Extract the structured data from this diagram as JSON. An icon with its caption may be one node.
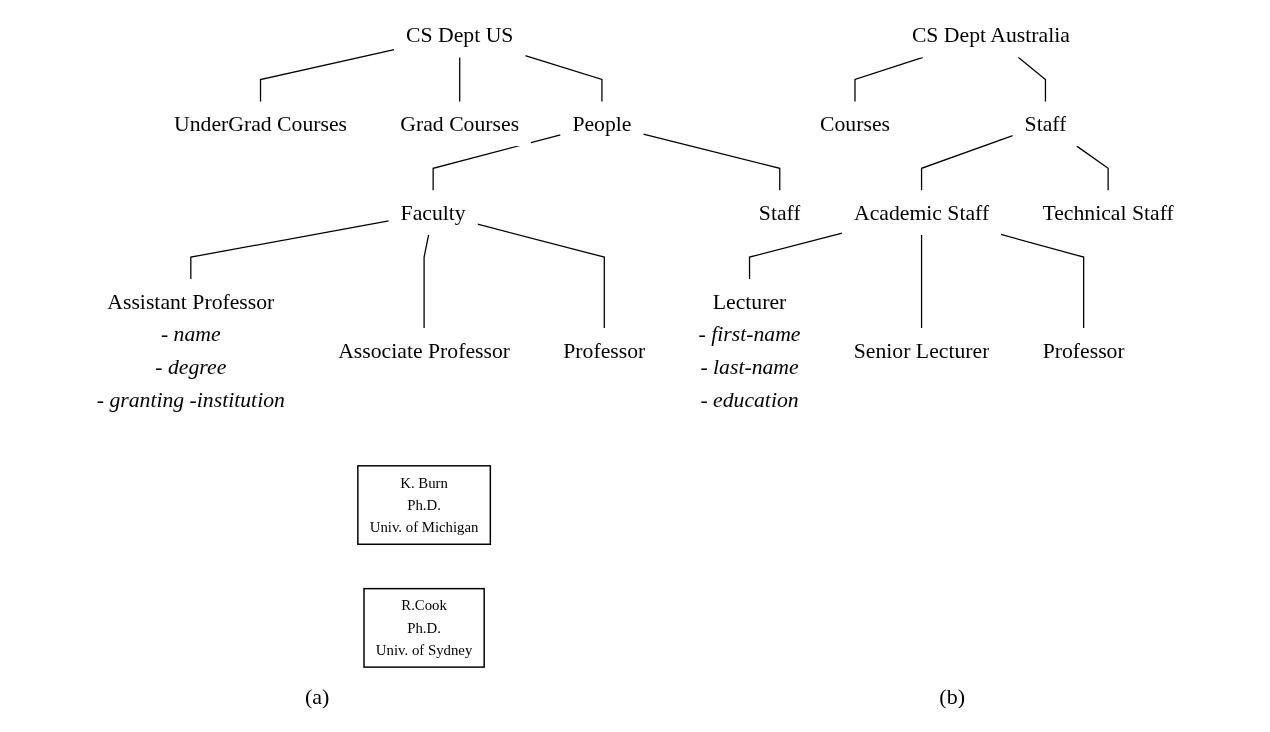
{
  "diagram": {
    "nodes": [
      {
        "text": [
          "CS Dept US"
        ]
      },
      {
        "text": [
          "UnderGrad Courses"
        ]
      },
      {
        "text": [
          "Grad Courses"
        ]
      },
      {
        "text": [
          "People"
        ]
      },
      {
        "text": [
          "Faculty"
        ]
      },
      {
        "text": [
          "Staff"
        ]
      },
      {
        "text": [
          "Assistant Professor",
          "- name",
          "- degree",
          "- granting -institution"
        ]
      },
      {
        "text": [
          "Associate Professor"
        ]
      },
      {
        "text": [
          "Professor"
        ]
      },
      {
        "text": [
          "K. Burn",
          "Ph.D.",
          "Univ. of Michigan"
        ]
      },
      {
        "text": [
          "R.Cook",
          "Ph.D.",
          "Univ. of Sydney"
        ]
      },
      {
        "text": [
          "CS Dept Australia"
        ]
      },
      {
        "text": [
          "Courses"
        ]
      },
      {
        "text": [
          "Staff"
        ]
      },
      {
        "text": [
          "Academic Staff"
        ]
      },
      {
        "text": [
          "Technical Staff"
        ]
      },
      {
        "text": [
          "Lecturer",
          "- first-name",
          "- last-name",
          "- education"
        ]
      },
      {
        "text": [
          "Senior Lecturer"
        ]
      },
      {
        "text": [
          "Professor"
        ]
      }
    ],
    "edges": [
      {
        "from": 0,
        "to": 1,
        "arrow": "none"
      },
      {
        "from": 0,
        "to": 2,
        "arrow": "none"
      },
      {
        "from": 0,
        "to": 3,
        "arrow": "none"
      },
      {
        "from": 3,
        "to": 4,
        "arrow": "none"
      },
      {
        "from": 3,
        "to": 5,
        "arrow": "none"
      },
      {
        "from": 4,
        "to": 6,
        "arrow": "none"
      },
      {
        "from": 4,
        "to": 7,
        "arrow": "none"
      },
      {
        "from": 4,
        "to": 8,
        "arrow": "none"
      },
      {
        "from": 11,
        "to": 12,
        "arrow": "none"
      },
      {
        "from": 11,
        "to": 13,
        "arrow": "none"
      },
      {
        "from": 13,
        "to": 14,
        "arrow": "none"
      },
      {
        "from": 13,
        "to": 15,
        "arrow": "none"
      },
      {
        "from": 14,
        "to": 16,
        "arrow": "none"
      },
      {
        "from": 14,
        "to": 17,
        "arrow": "none"
      },
      {
        "from": 14,
        "to": 18,
        "arrow": "none"
      }
    ],
    "labels": [
      "(a)",
      "(b)"
    ]
  }
}
